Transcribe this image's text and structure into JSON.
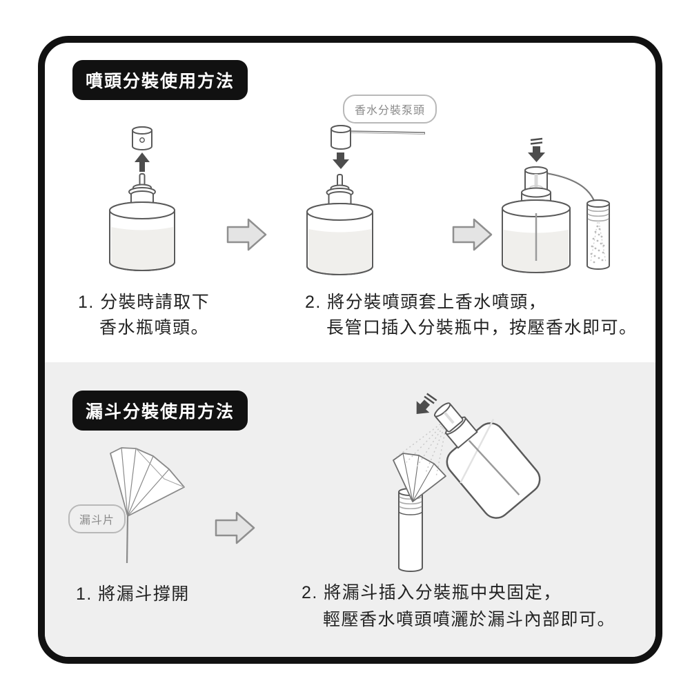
{
  "colors": {
    "frame": "#111111",
    "section_top_bg": "#ffffff",
    "section_bottom_bg": "#efefef",
    "title_pill_bg": "#111111",
    "title_pill_text": "#ffffff",
    "line_art": "#5a5a5a",
    "block_arrow_fill": "#e4e4e4",
    "block_arrow_stroke": "#8f8f8f",
    "dark_arrow": "#4d4d4d"
  },
  "icons": {
    "arrow_right": "block-arrow-right",
    "arrow_up": "solid-arrow-up",
    "arrow_down": "solid-arrow-down",
    "press_arrow": "press-motion-arrow"
  },
  "section1": {
    "title": "噴頭分裝使用方法",
    "pump_head_label": "香水分裝泵頭",
    "step1_line1": "1. 分裝時請取下",
    "step1_line2": "香水瓶噴頭。",
    "step2_line1": "2. 將分裝噴頭套上香水噴頭，",
    "step2_line2": "長管口插入分裝瓶中，按壓香水即可。"
  },
  "section2": {
    "title": "漏斗分裝使用方法",
    "funnel_label": "漏斗片",
    "step1_line1": "1. 將漏斗撐開",
    "step2_line1": "2. 將漏斗插入分裝瓶中央固定，",
    "step2_line2": "輕壓香水噴頭噴灑於漏斗內部即可。"
  }
}
